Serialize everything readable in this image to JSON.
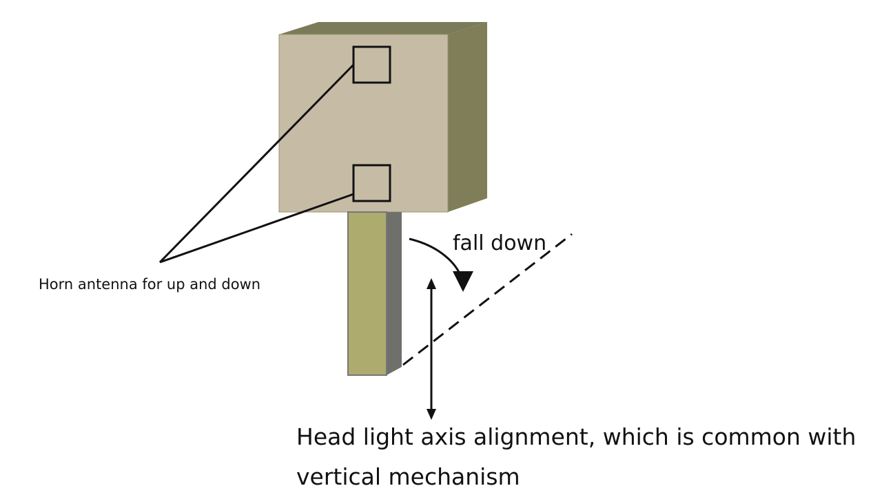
{
  "labels": {
    "fall_down": "fall down",
    "horn_antenna": "Horn antenna for up and down",
    "headlight_alignment": "Head light axis alignment, which is common with vertical mechanism"
  },
  "colors": {
    "box_front": "#c6bca6",
    "box_top": "#7b7b59",
    "box_side": "#7f7e58",
    "pole_front": "#adab6e",
    "pole_side": "#6f6f6b",
    "line": "#111111"
  }
}
